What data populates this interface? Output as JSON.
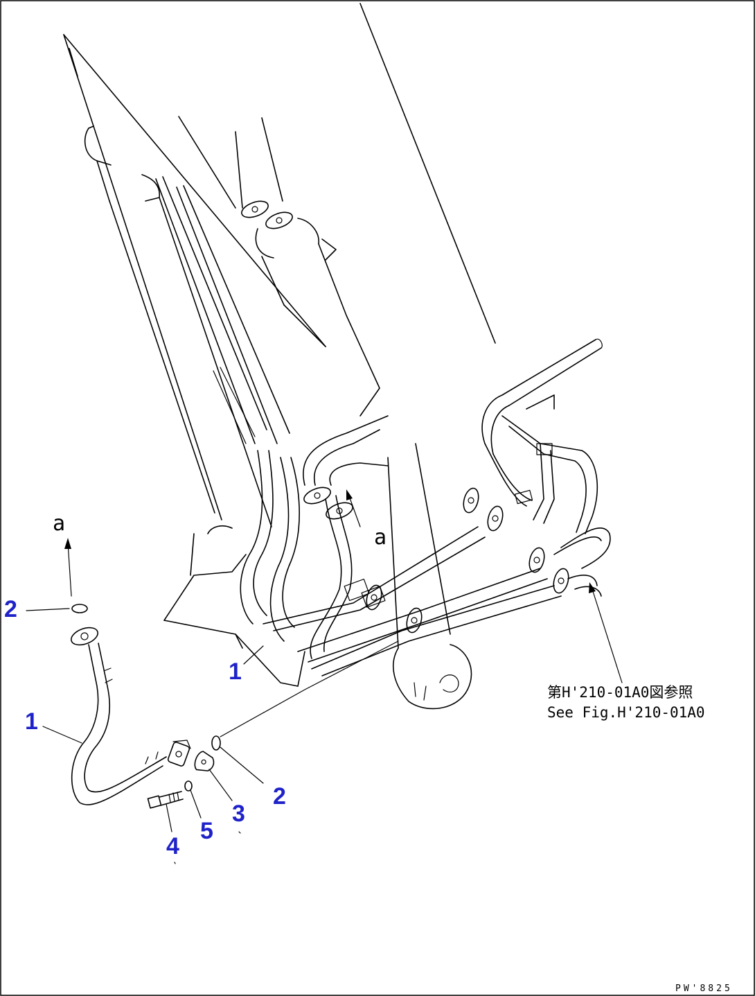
{
  "callouts": {
    "c1": "2",
    "c2": "1",
    "c3": "1",
    "c4": "2",
    "c5": "3",
    "c6": "5",
    "c7": "4"
  },
  "refs": {
    "view_a_1": "a",
    "view_a_2": "a"
  },
  "note": {
    "line_jp": "第H'210-01A0図参照",
    "line_en": "See Fig.H'210-01A0"
  },
  "drawing_number": "PW'8825",
  "colors": {
    "callout": "#1e22c8",
    "linework": "#000000"
  }
}
